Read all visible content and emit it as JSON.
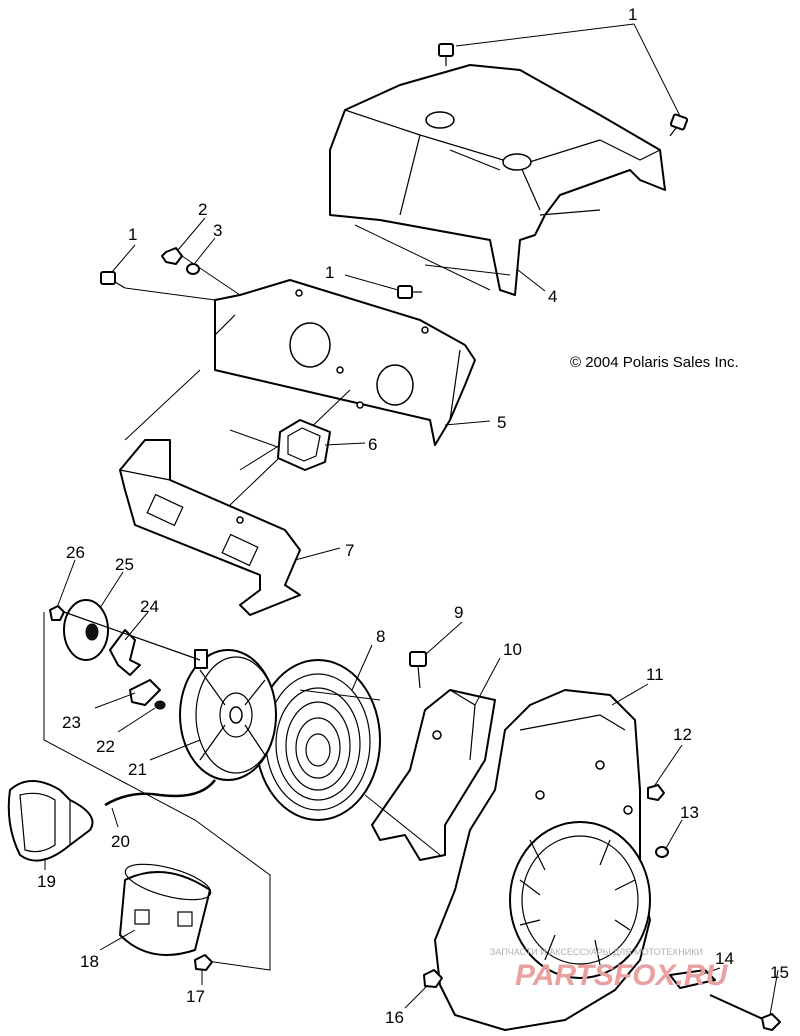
{
  "copyright": "© 2004 Polaris Sales Inc.",
  "watermark": {
    "tagline": "ЗАПЧАСТИ И АКСЕССУАРЫ ДЛЯ МОТОТЕХНИКИ",
    "brand": "PARTSFOX.RU"
  },
  "callouts": [
    {
      "id": "c1a",
      "label": "1"
    },
    {
      "id": "c1b",
      "label": "1"
    },
    {
      "id": "c1c",
      "label": "1"
    },
    {
      "id": "c2",
      "label": "2"
    },
    {
      "id": "c3",
      "label": "3"
    },
    {
      "id": "c4",
      "label": "4"
    },
    {
      "id": "c5",
      "label": "5"
    },
    {
      "id": "c6",
      "label": "6"
    },
    {
      "id": "c7",
      "label": "7"
    },
    {
      "id": "c8",
      "label": "8"
    },
    {
      "id": "c9",
      "label": "9"
    },
    {
      "id": "c10",
      "label": "10"
    },
    {
      "id": "c11",
      "label": "11"
    },
    {
      "id": "c12",
      "label": "12"
    },
    {
      "id": "c13",
      "label": "13"
    },
    {
      "id": "c14",
      "label": "14"
    },
    {
      "id": "c15",
      "label": "15"
    },
    {
      "id": "c16",
      "label": "16"
    },
    {
      "id": "c17",
      "label": "17"
    },
    {
      "id": "c18",
      "label": "18"
    },
    {
      "id": "c19",
      "label": "19"
    },
    {
      "id": "c20",
      "label": "20"
    },
    {
      "id": "c21",
      "label": "21"
    },
    {
      "id": "c22",
      "label": "22"
    },
    {
      "id": "c23",
      "label": "23"
    },
    {
      "id": "c24",
      "label": "24"
    },
    {
      "id": "c25",
      "label": "25"
    },
    {
      "id": "c26",
      "label": "26"
    }
  ]
}
